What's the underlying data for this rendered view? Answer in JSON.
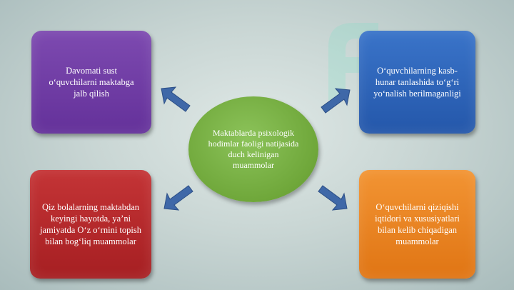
{
  "center": {
    "text": "Maktablarda psixologik hodimlar faoligi natijasida duch kelinigan muammolar"
  },
  "boxes": {
    "top_left": {
      "text": "Davomati sust o‘quvchilarni maktabga jalb qilish",
      "color": "#6a35a0"
    },
    "top_right": {
      "text": "O‘quvchilarning kasb-hunar tanlashida to‘g‘ri yo‘nalish berilmaganligi",
      "color": "#2a5fb2"
    },
    "bottom_left": {
      "text": "Qiz bolalarning maktabdan keyingi hayotda, ya’ni jamiyatda O‘z o‘rnini topish bilan bog‘liq muammolar",
      "color": "#b0262a"
    },
    "bottom_right": {
      "text": "O‘quvchilarni qiziqishi iqtidori va xususiyatlari bilan kelib chiqadigan muammolar",
      "color": "#e8801e"
    }
  },
  "colors": {
    "arrow": "#3f68a8",
    "center": "#77ad3f",
    "background": "#c9d6d4"
  },
  "icons": {
    "arrows": [
      "arrow-up-left-icon",
      "arrow-up-right-icon",
      "arrow-down-left-icon",
      "arrow-down-right-icon"
    ],
    "watermark": "watermark-logo"
  }
}
